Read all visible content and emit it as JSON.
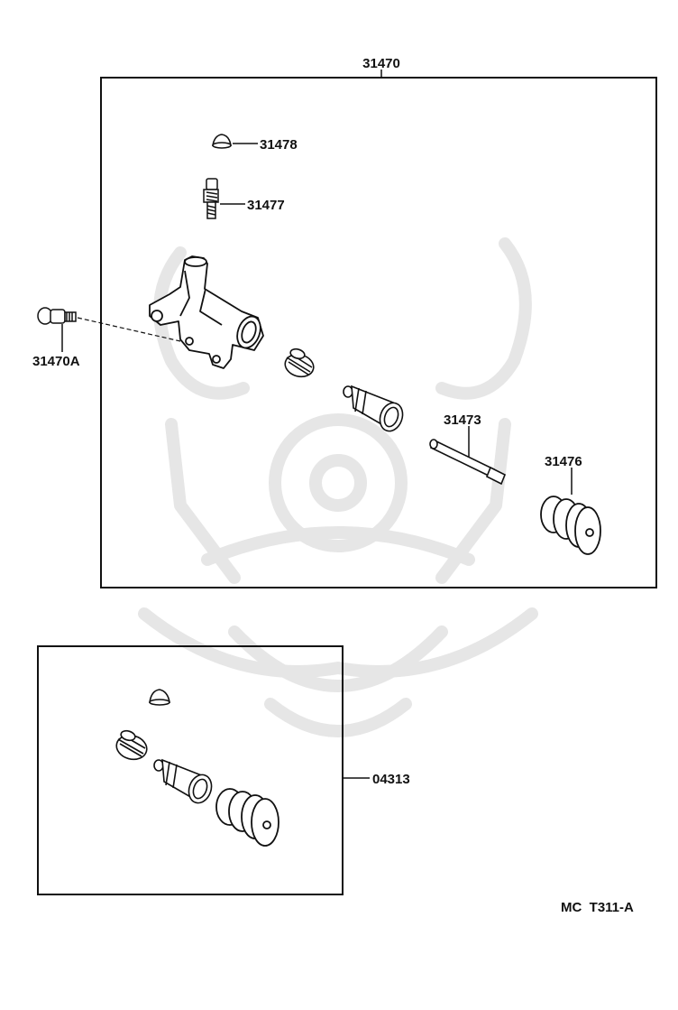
{
  "diagram": {
    "main_assembly": {
      "label": "31470",
      "parts": [
        {
          "id": "31478",
          "label": "31478",
          "icon": "cap-icon"
        },
        {
          "id": "31477",
          "label": "31477",
          "icon": "bleeder-plug-icon"
        },
        {
          "id": "31470A",
          "label": "31470A",
          "icon": "bolt-icon"
        },
        {
          "id": "31473",
          "label": "31473",
          "icon": "push-rod-icon"
        },
        {
          "id": "31476",
          "label": "31476",
          "icon": "boot-icon"
        }
      ]
    },
    "kit": {
      "label": "04313"
    },
    "figure_code": "MC  T311-A",
    "colors": {
      "line": "#111111",
      "watermark": "#e6e6e6",
      "background": "#ffffff"
    }
  }
}
